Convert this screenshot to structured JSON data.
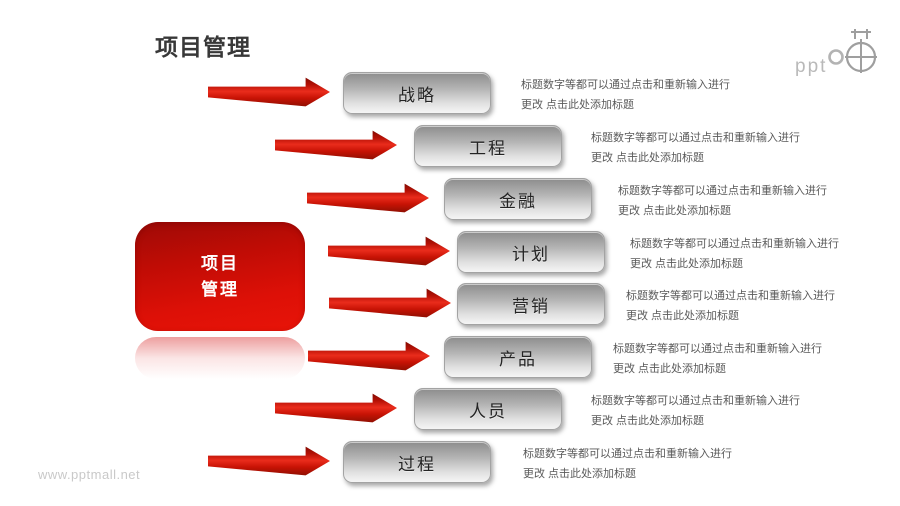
{
  "slide": {
    "title": "项目管理",
    "watermark": "www.pptmall.net",
    "logo_text": "ppt"
  },
  "center": {
    "line1": "项目",
    "line2": "管理"
  },
  "rows": [
    {
      "label": "战略",
      "desc1": "标题数字等都可以通过点击和重新输入进行",
      "desc2": "更改 点击此处添加标题"
    },
    {
      "label": "工程",
      "desc1": "标题数字等都可以通过点击和重新输入进行",
      "desc2": "更改 点击此处添加标题"
    },
    {
      "label": "金融",
      "desc1": "标题数字等都可以通过点击和重新输入进行",
      "desc2": "更改 点击此处添加标题"
    },
    {
      "label": "计划",
      "desc1": "标题数字等都可以通过点击和重新输入进行",
      "desc2": "更改 点击此处添加标题"
    },
    {
      "label": "营销",
      "desc1": "标题数字等都可以通过点击和重新输入进行",
      "desc2": "更改 点击此处添加标题"
    },
    {
      "label": "产品",
      "desc1": "标题数字等都可以通过点击和重新输入进行",
      "desc2": "更改 点击此处添加标题"
    },
    {
      "label": "人员",
      "desc1": "标题数字等都可以通过点击和重新输入进行",
      "desc2": "更改 点击此处添加标题"
    },
    {
      "label": "过程",
      "desc1": "标题数字等都可以通过点击和重新输入进行",
      "desc2": "更改 点击此处添加标题"
    }
  ],
  "colors": {
    "accent_red_bright": "#e81408",
    "accent_red_dark": "#7e0b02",
    "gray_box_top": "#8d8d8d",
    "gray_box_bottom": "#f5f5f5",
    "title_text": "#383838",
    "desc_text": "#5a5a5a",
    "watermark_text": "#c9c9c9"
  }
}
